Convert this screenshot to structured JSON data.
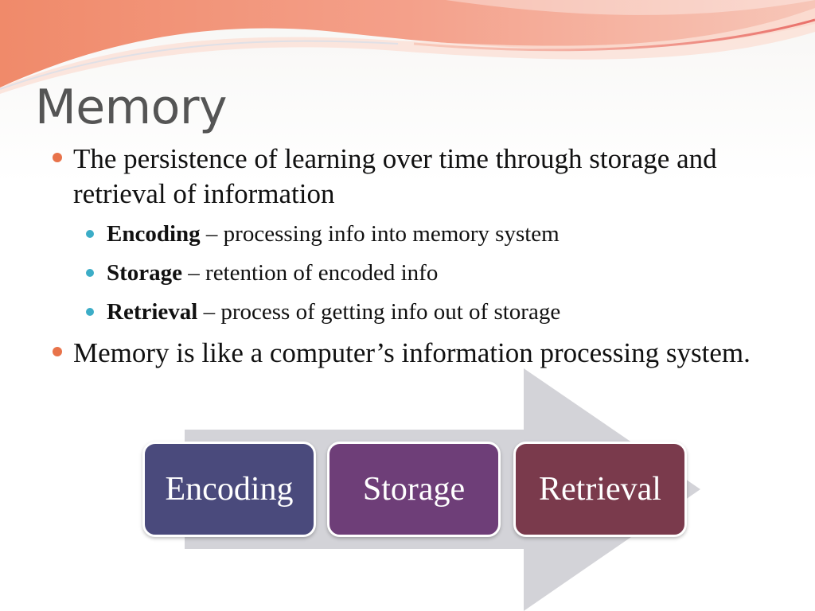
{
  "slide": {
    "title": "Memory",
    "bullets": [
      {
        "text": "The persistence of learning over time through storage and retrieval of  information",
        "sub": [
          {
            "term": "Encoding",
            "desc": " – processing info into memory system"
          },
          {
            "term": "Storage",
            "desc": " – retention of encoded info"
          },
          {
            "term": "Retrieval",
            "desc": " – process of getting info out of storage"
          }
        ]
      },
      {
        "text": "Memory is like a computer’s information processing system.",
        "sub": []
      }
    ]
  },
  "diagram": {
    "steps": [
      "Encoding",
      "Storage",
      "Retrieval"
    ],
    "colors": {
      "encoding": "#4a4a7c",
      "storage": "#6e3e78",
      "retrieval": "#7a3a4c",
      "arrow": "#d3d3d8"
    }
  },
  "colors": {
    "level1_bullet": "#e8734a",
    "level2_bullet": "#3cadc7",
    "title": "#555555"
  }
}
